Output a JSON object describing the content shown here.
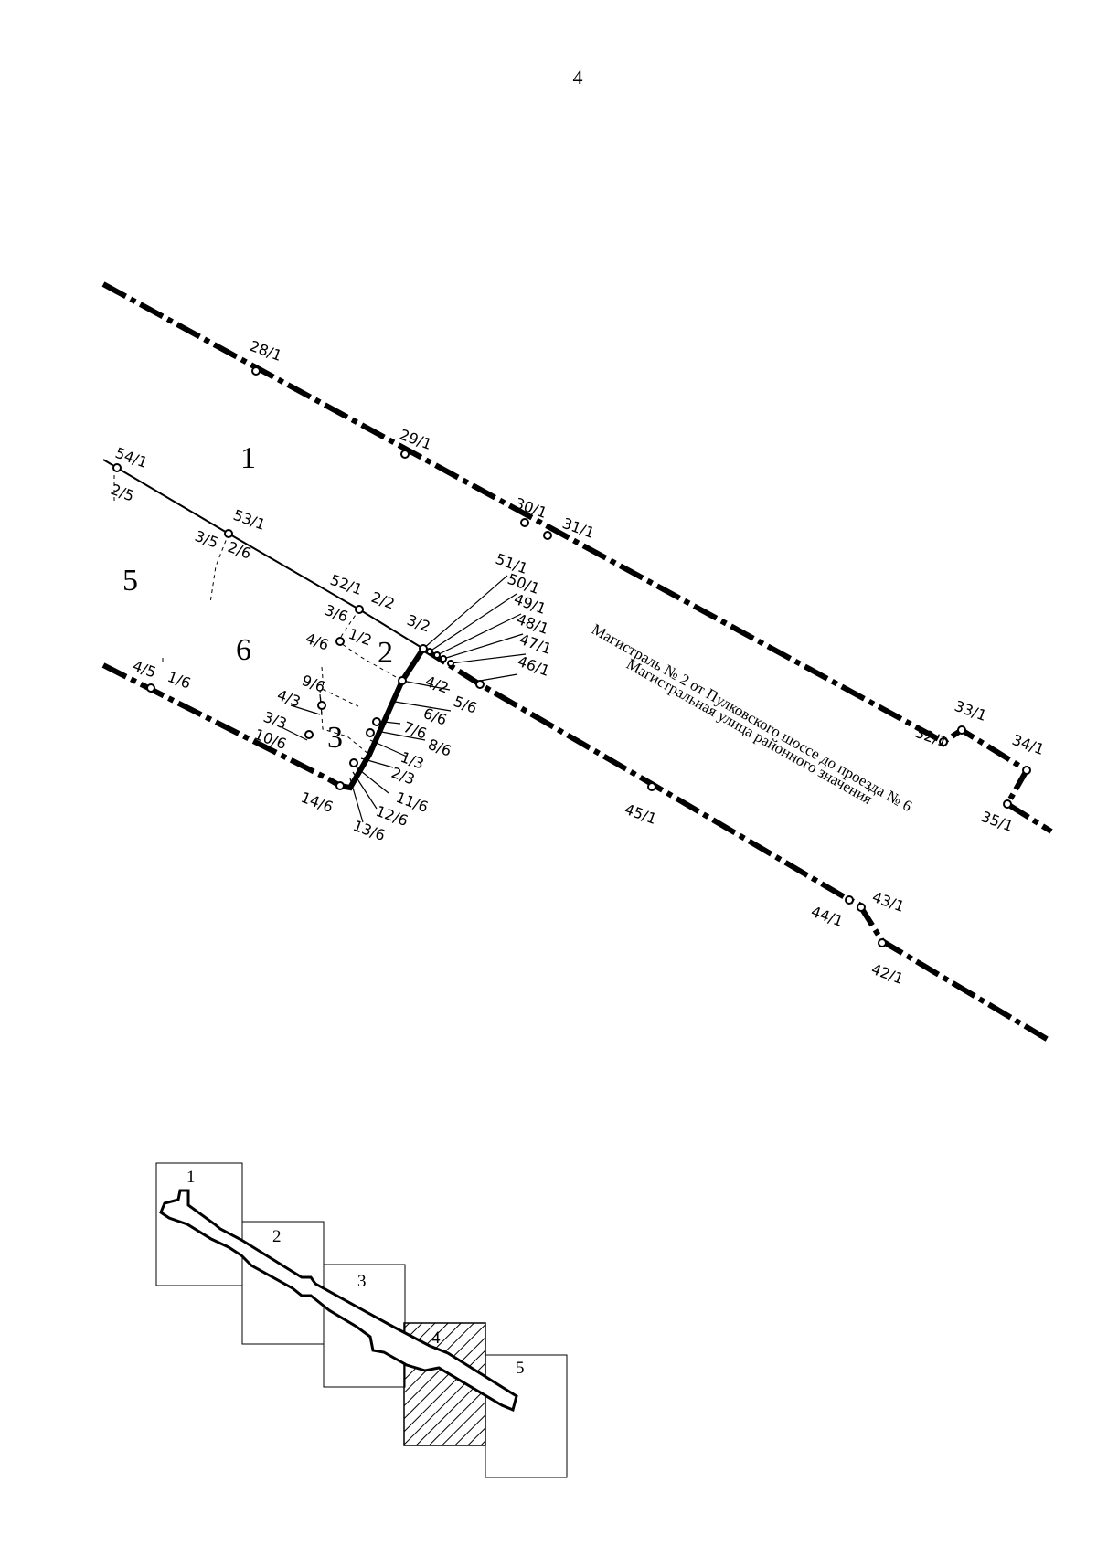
{
  "page_number": "4",
  "zones": [
    "1",
    "2",
    "3",
    "5",
    "6"
  ],
  "street_labels": [
    "Магистраль № 2 от Пулковского шоссе до проезда № 6",
    "Магистральная улица районного значения"
  ],
  "points": {
    "p28_1": "28/1",
    "p29_1": "29/1",
    "p30_1": "30/1",
    "p31_1": "31/1",
    "p32_1": "32/1",
    "p33_1": "33/1",
    "p34_1": "34/1",
    "p35_1": "35/1",
    "p54_1": "54/1",
    "p2_5": "2/5",
    "p53_1": "53/1",
    "p3_5": "3/5",
    "p2_6": "2/6",
    "p52_1": "52/1",
    "p2_2": "2/2",
    "p3_6": "3/6",
    "p3_2": "3/2",
    "p4_6": "4/6",
    "p1_2": "1/2",
    "p51_1": "51/1",
    "p50_1": "50/1",
    "p49_1": "49/1",
    "p48_1": "48/1",
    "p47_1": "47/1",
    "p46_1": "46/1",
    "p4_5": "4/5",
    "p1_6": "1/6",
    "p9_6": "9/6",
    "p4_3": "4/3",
    "p3_3": "3/3",
    "p10_6": "10/6",
    "p4_2": "4/2",
    "p5_6": "5/6",
    "p6_6": "6/6",
    "p7_6": "7/6",
    "p8_6": "8/6",
    "p1_3": "1/3",
    "p2_3": "2/3",
    "p11_6": "11/6",
    "p12_6": "12/6",
    "p13_6": "13/6",
    "p14_6": "14/6",
    "p45_1": "45/1",
    "p44_1": "44/1",
    "p43_1": "43/1",
    "p42_1": "42/1"
  },
  "index_map": {
    "sheets": [
      "1",
      "2",
      "3",
      "4",
      "5"
    ],
    "current_sheet": "4"
  }
}
